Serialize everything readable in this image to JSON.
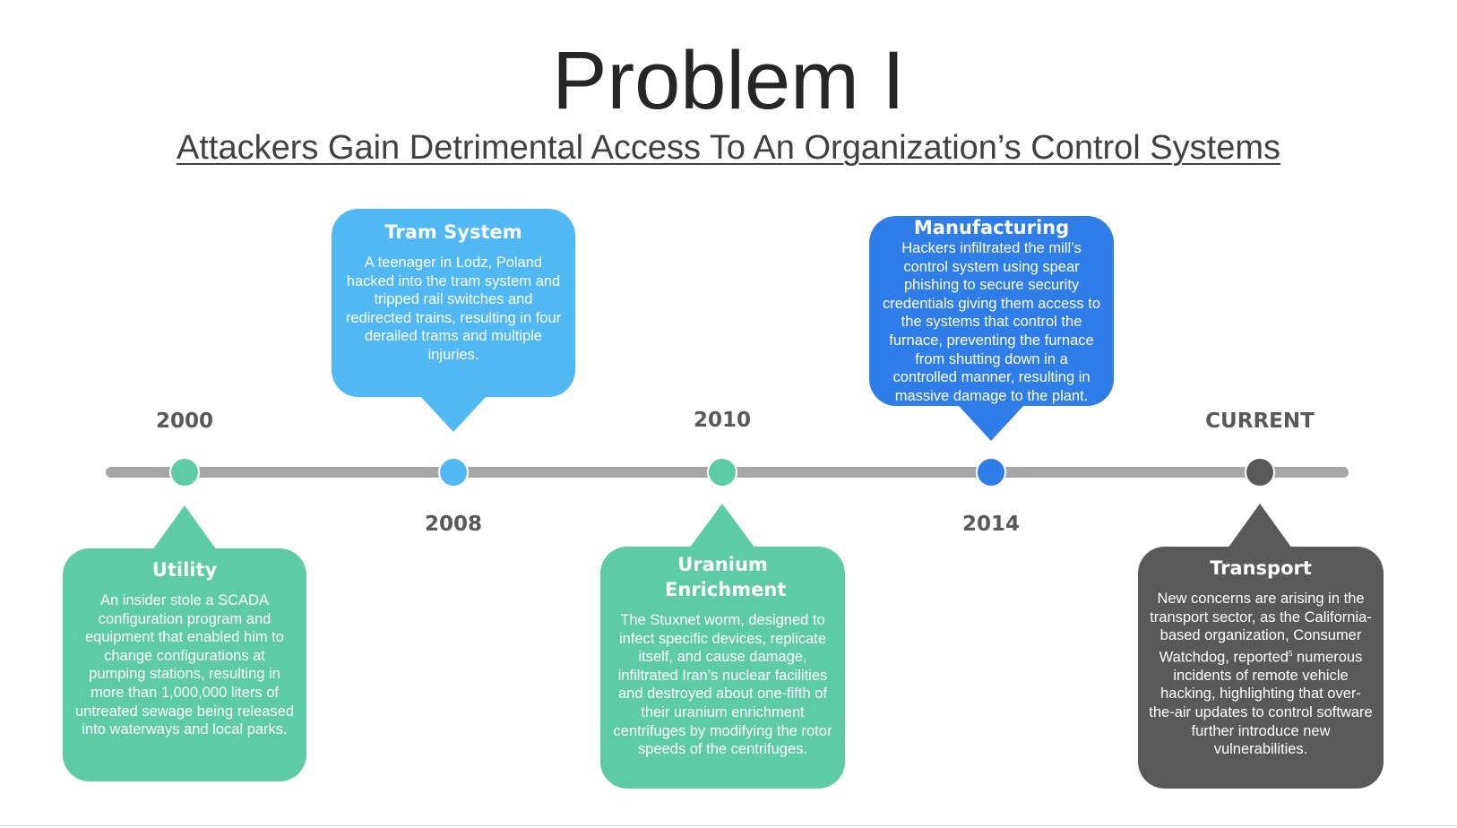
{
  "title": "Problem I",
  "subtitle": "Attackers Gain Detrimental Access To An Organization’s Control Systems",
  "colors": {
    "green": "#5ecba7",
    "light_blue": "#50b8f3",
    "blue": "#2f7de8",
    "dark_gray": "#595959",
    "track": "#a6a6a6"
  },
  "timeline": {
    "years": {
      "y2000": "2000",
      "y2008": "2008",
      "y2010": "2010",
      "y2014": "2014",
      "current": "CURRENT"
    }
  },
  "events": {
    "utility": {
      "heading": "Utility",
      "body": "An insider stole a SCADA configuration program and equipment that enabled him to change configurations at pumping stations, resulting in more than 1,000,000 liters of untreated sewage being released into waterways and local parks."
    },
    "tram": {
      "heading": "Tram System",
      "body": "A teenager in Lodz, Poland hacked into the tram system and tripped rail switches and redirected trains, resulting in four derailed trams and multiple injuries."
    },
    "uranium": {
      "heading": "Uranium Enrichment",
      "body": "The Stuxnet worm, designed to infect specific devices, replicate itself, and cause damage, infiltrated Iran’s nuclear facilities and destroyed about one-fifth of their uranium enrichment centrifuges by modifying the rotor speeds of the centrifuges."
    },
    "manufacturing": {
      "heading": "Manufacturing",
      "body": "Hackers infiltrated the mill’s control system using spear phishing to secure security credentials giving them access to the systems that control the furnace, preventing the furnace from shutting down in a controlled manner, resulting in massive damage to the plant."
    },
    "transport": {
      "heading": "Transport",
      "body": "New concerns are arising in the transport sector, as the California-based organization, Consumer Watchdog, reported",
      "footnote": "5",
      "body_after": " numerous incidents of remote vehicle hacking, highlighting that over-the-air updates to control software further introduce new vulnerabilities."
    }
  }
}
